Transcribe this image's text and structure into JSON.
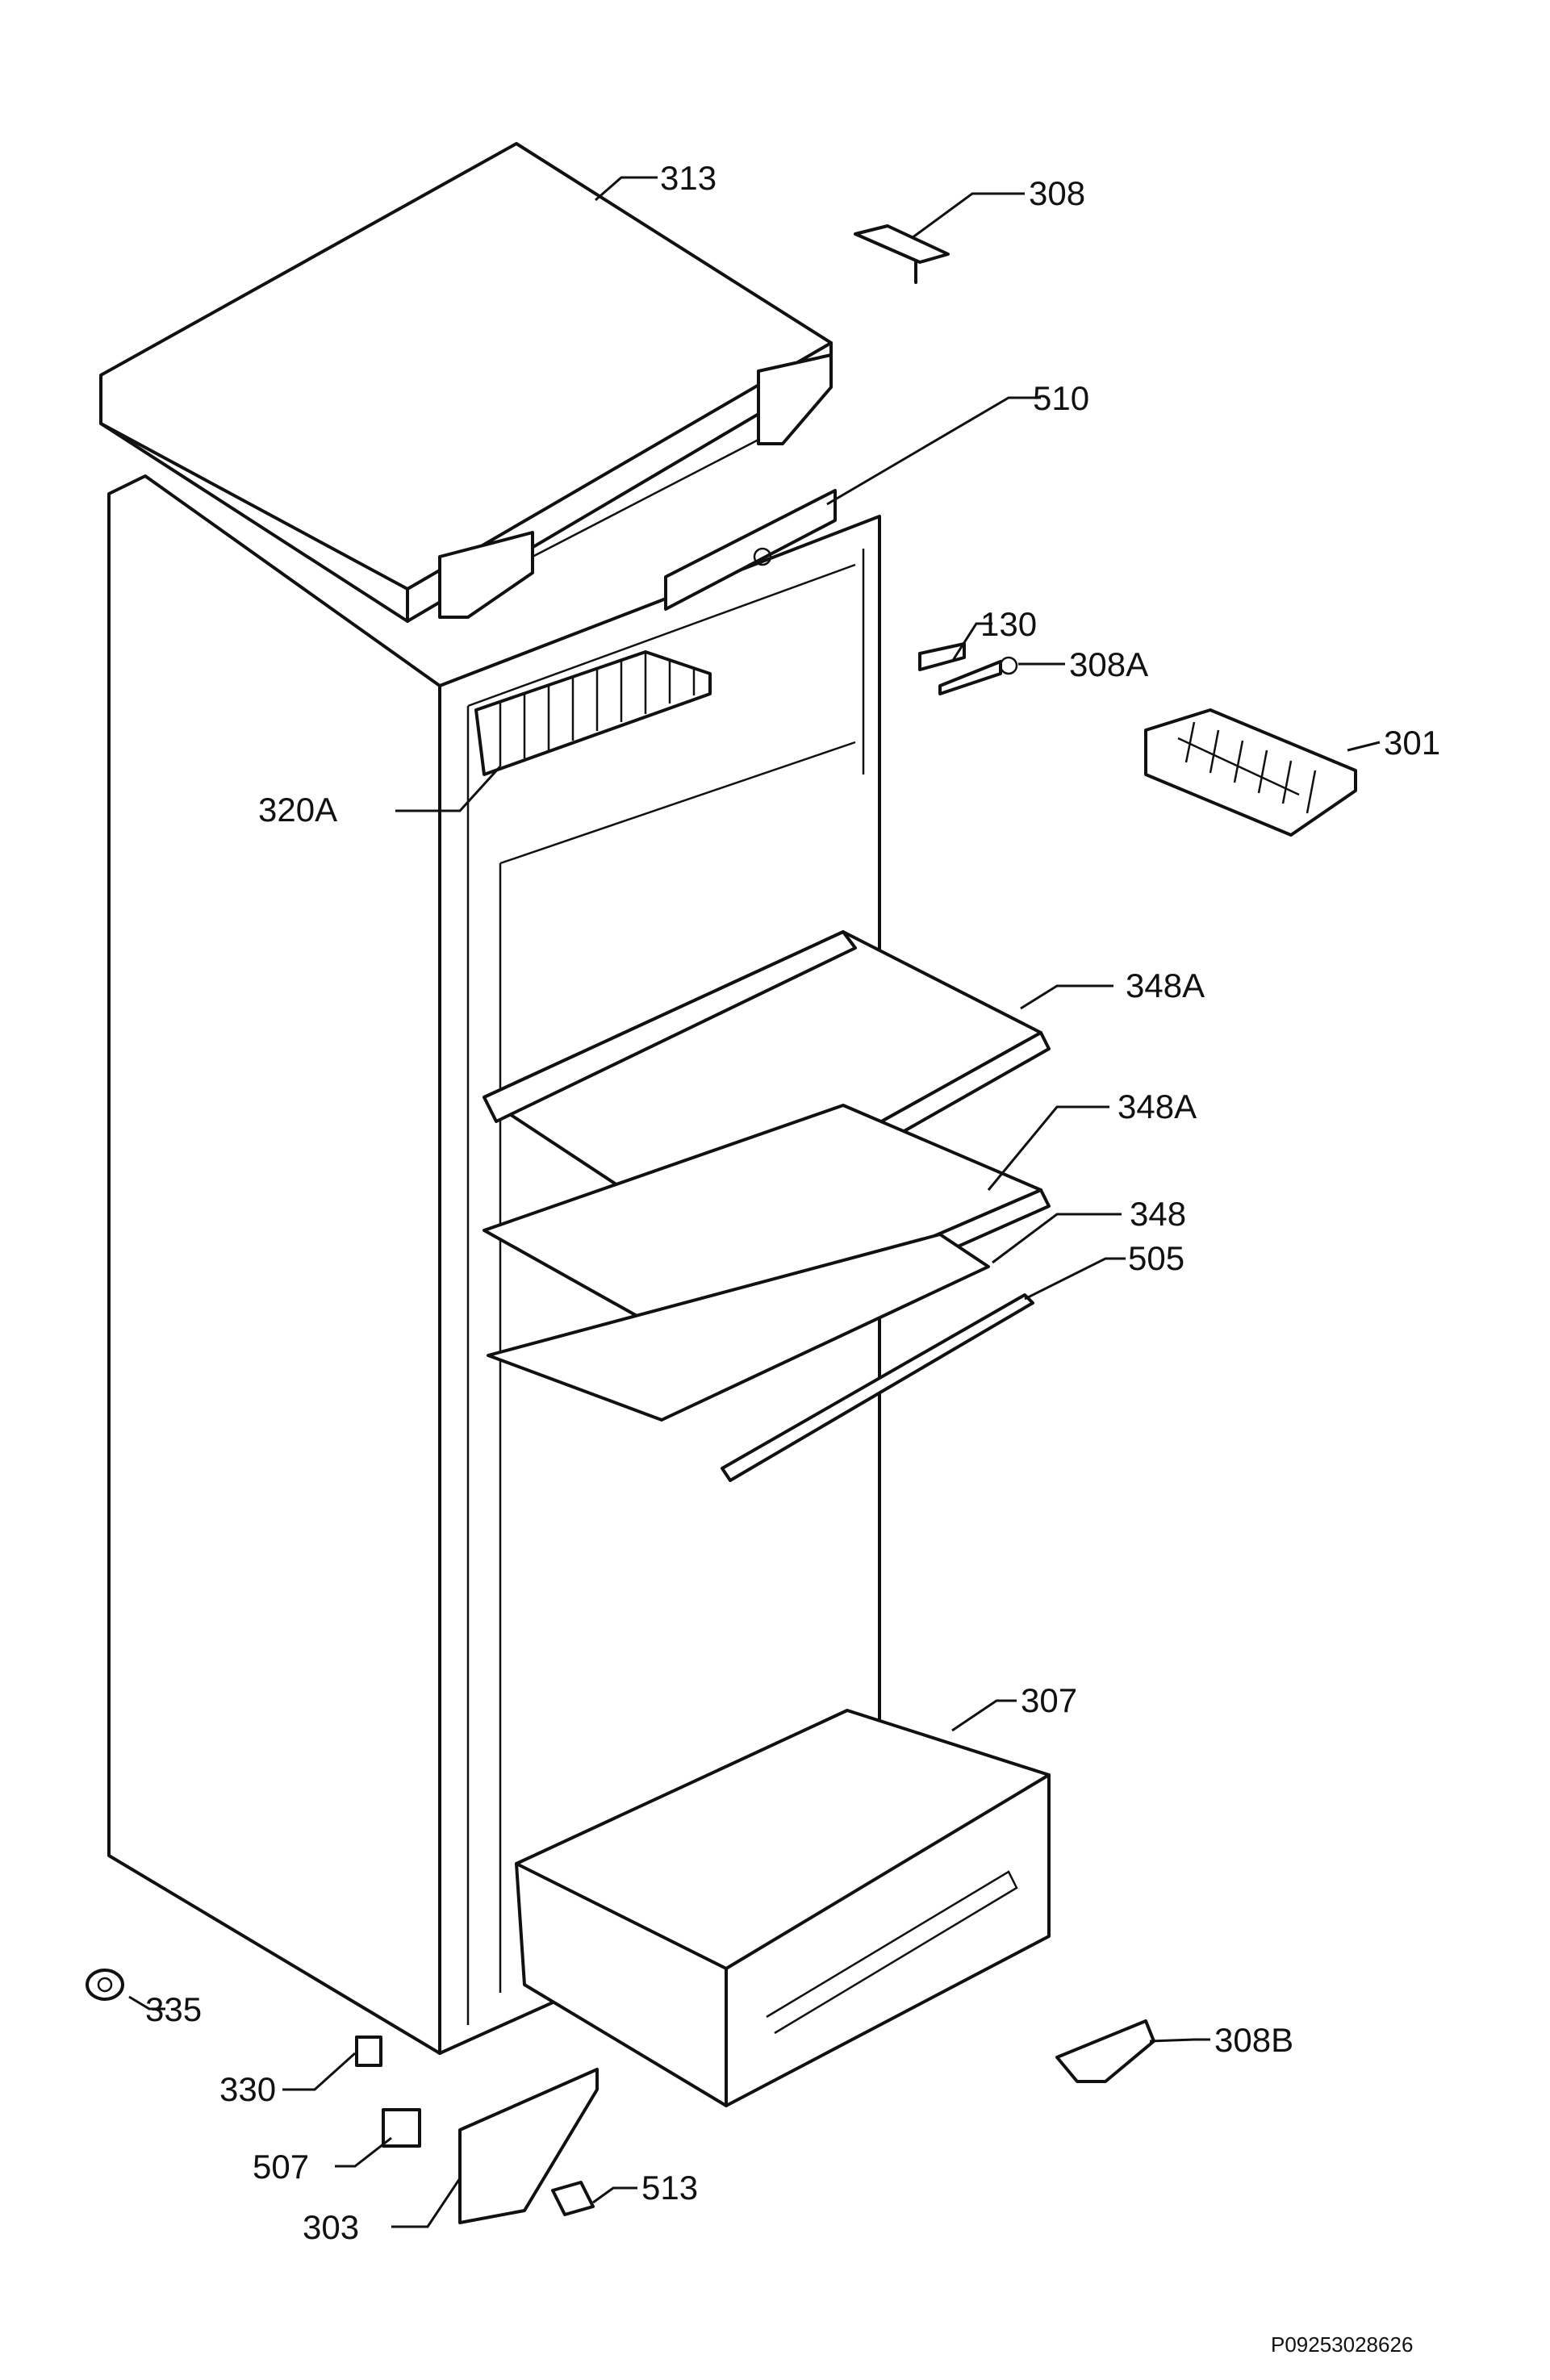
{
  "parts": {
    "p313": "313",
    "p308": "308",
    "p510": "510",
    "p130": "130",
    "p308a": "308A",
    "p301": "301",
    "p320a": "320A",
    "p348a_upper": "348A",
    "p348a_lower": "348A",
    "p348": "348",
    "p505": "505",
    "p307": "307",
    "p335": "335",
    "p308b": "308B",
    "p330": "330",
    "p507": "507",
    "p513": "513",
    "p303": "303"
  },
  "footer": {
    "drawing_code": "P09253028626"
  }
}
